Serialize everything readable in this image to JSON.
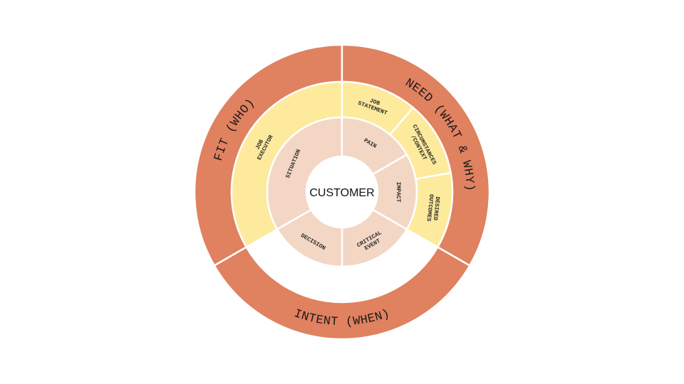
{
  "center": {
    "label": "CUSTOMER"
  },
  "colors": {
    "outer": "#E08160",
    "middle": "#FDEA9C",
    "inner": "#F3D6C4",
    "divider": "#FFFFFF"
  },
  "outer_ring": [
    {
      "label": "FIT (WHO)"
    },
    {
      "label": "NEED (WHAT & WHY)"
    },
    {
      "label": "INTENT (WHEN)"
    }
  ],
  "middle_ring": [
    {
      "lines": [
        "JOB",
        "EXECUTOR"
      ]
    },
    {
      "lines": [
        "JOB",
        "STATEMENT"
      ]
    },
    {
      "lines": [
        "CIRCUMSTANCES",
        "/CONTEXT"
      ]
    },
    {
      "lines": [
        "DESIRED",
        "OUTCOMES"
      ]
    }
  ],
  "inner_ring": [
    {
      "lines": [
        "SITUATION"
      ]
    },
    {
      "lines": [
        "PAIN"
      ]
    },
    {
      "lines": [
        "IMPACT"
      ]
    },
    {
      "lines": [
        "CRITICAL",
        "EVENT"
      ]
    },
    {
      "lines": [
        "DECISION"
      ]
    }
  ]
}
